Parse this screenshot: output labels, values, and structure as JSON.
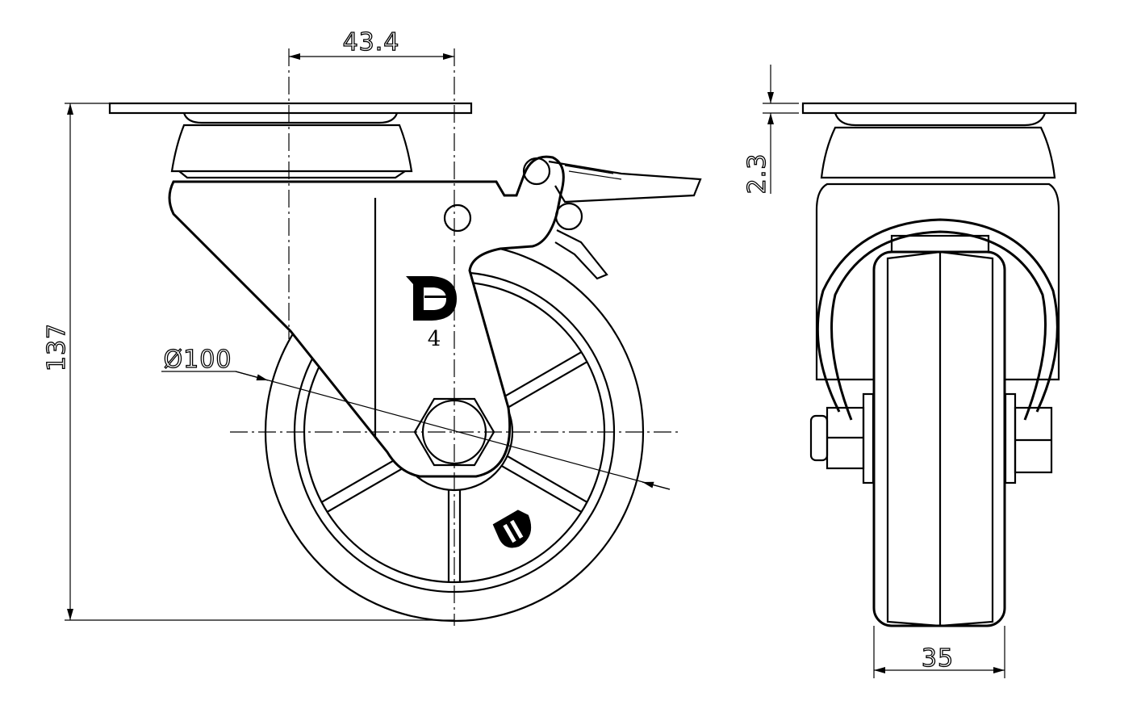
{
  "title": "Swivel castor with brake – technical drawing",
  "dimensions": {
    "offset": "43.4",
    "height": "137",
    "wheel_diameter": "Ø100",
    "plate_thickness": "2.3",
    "wheel_width": "35"
  },
  "logo_mark": "D",
  "size_number": "4",
  "colors": {
    "line": "#000000",
    "background": "#ffffff"
  }
}
